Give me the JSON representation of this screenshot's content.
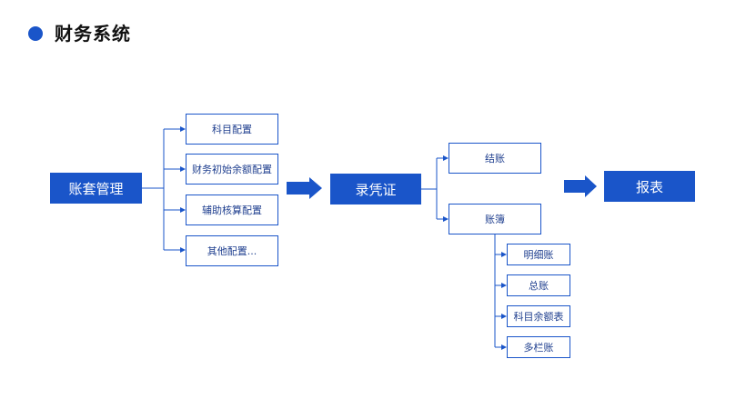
{
  "title": "财务系统",
  "colors": {
    "accent": "#1a55c9"
  },
  "nodes": {
    "account_set": "账套管理",
    "voucher_entry": "录凭证",
    "report": "报表",
    "config_items": [
      "科目配置",
      "财务初始余额配置",
      "辅助核算配置",
      "其他配置..."
    ],
    "closing": "结账",
    "ledger": "账簿",
    "ledger_items": [
      "明细账",
      "总账",
      "科目余额表",
      "多栏账"
    ]
  }
}
